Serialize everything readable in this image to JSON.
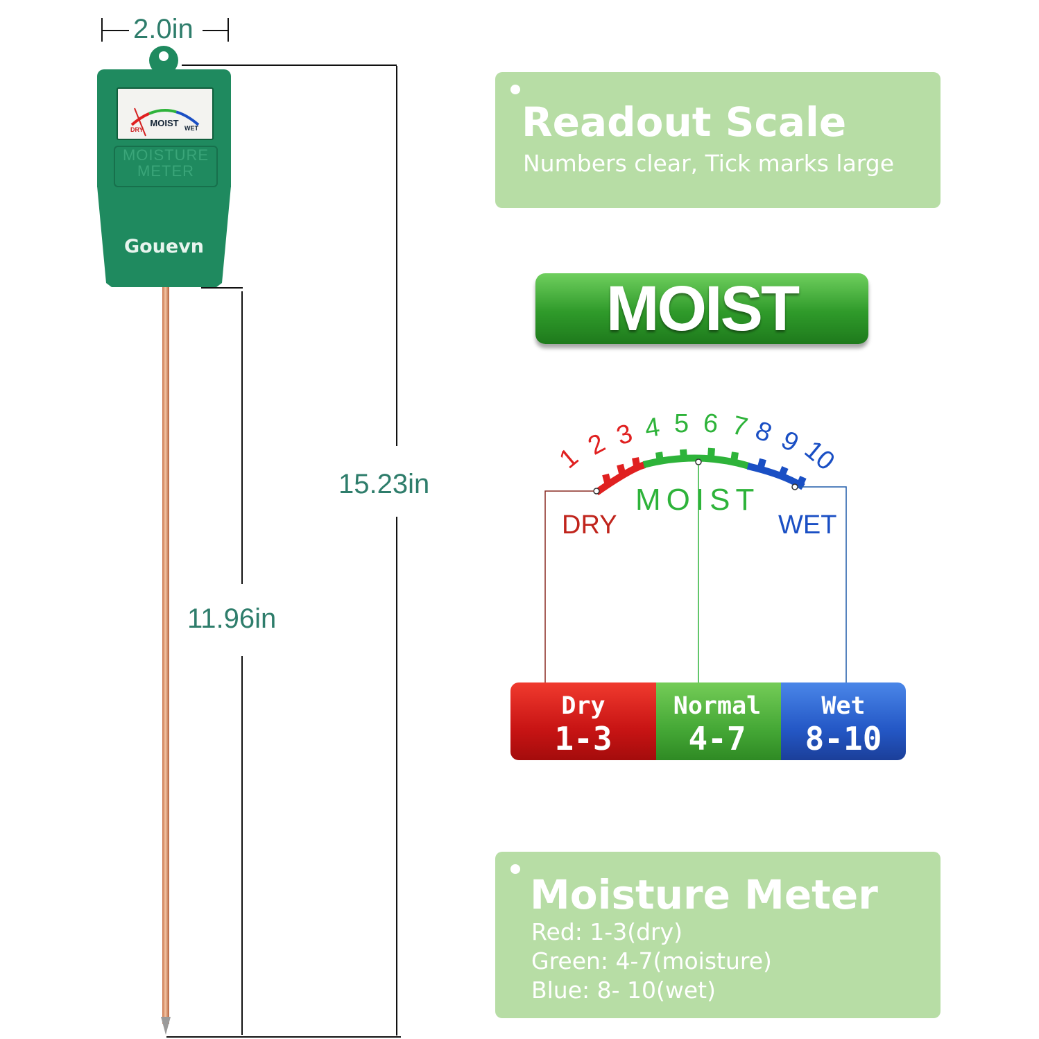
{
  "dimensions": {
    "width": "2.0in",
    "total_height": "15.23in",
    "probe_length": "11.96in"
  },
  "device": {
    "brand": "Gouevn",
    "plate_line1": "MOISTURE",
    "plate_line2": "METER",
    "dial_moist": "MOIST",
    "dial_dry": "DRY",
    "dial_wet": "WET"
  },
  "readout_card": {
    "title": "Readout Scale",
    "subtitle": "Numbers clear, Tick marks large"
  },
  "moist_banner": "MOIST",
  "scale": {
    "numbers": [
      "1",
      "2",
      "3",
      "4",
      "5",
      "6",
      "7",
      "8",
      "9",
      "10"
    ],
    "center_label": "MOIST",
    "dry_label": "DRY",
    "wet_label": "WET",
    "colors": {
      "dry": "#e02020",
      "moist": "#2eb33a",
      "wet": "#1a4fc4"
    }
  },
  "ranges": [
    {
      "label": "Dry",
      "value": "1-3",
      "color": "#d31e1e"
    },
    {
      "label": "Normal",
      "value": "4-7",
      "color": "#4caf3c"
    },
    {
      "label": "Wet",
      "value": "8-10",
      "color": "#2458c6"
    }
  ],
  "meter_card": {
    "title": "Moisture Meter",
    "line1": "Red: 1-3(dry)",
    "line2": "Green: 4-7(moisture)",
    "line3": "Blue: 8- 10(wet)"
  }
}
